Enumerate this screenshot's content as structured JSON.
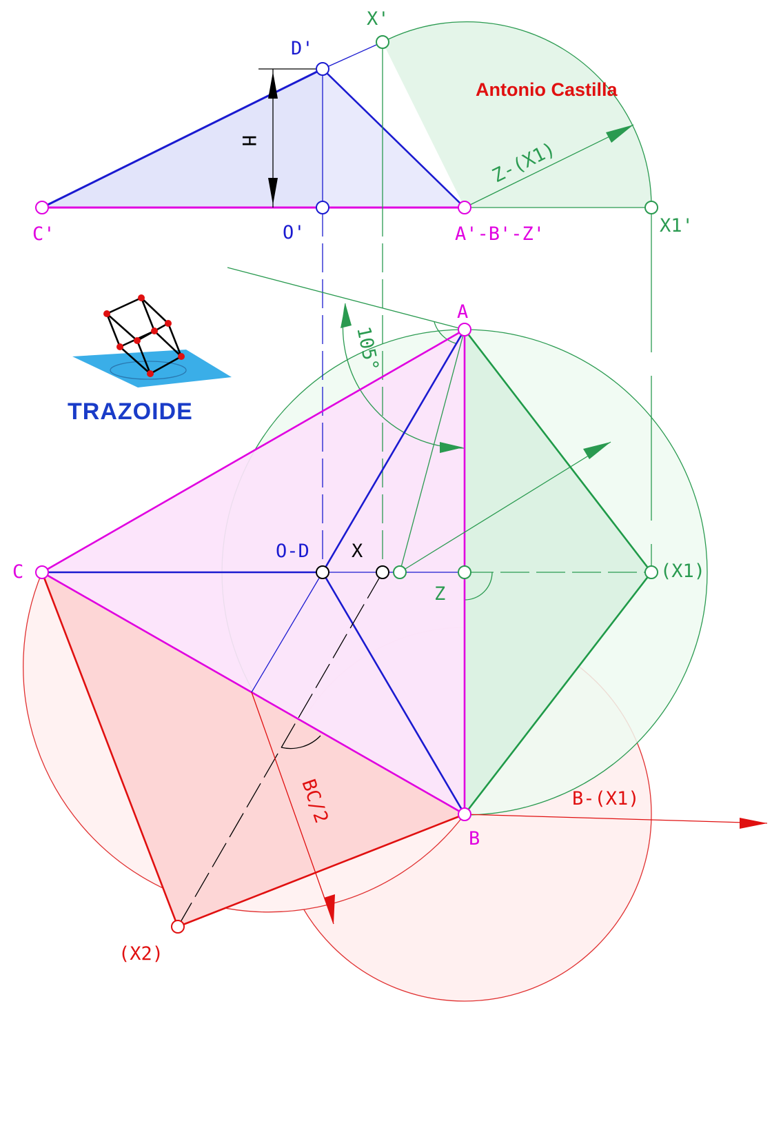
{
  "author": "Antonio  Castilla",
  "logo": {
    "text": "TRAZOIDE"
  },
  "labels": {
    "D_prime": "D'",
    "X_prime": "X'",
    "C_prime": "C'",
    "O_prime": "O'",
    "ABZ_prime": "A'-B'-Z'",
    "X1_prime": "X1'",
    "H": "H",
    "Z_X1": "Z-(X1)",
    "angle": "105°",
    "A": "A",
    "B": "B",
    "C": "C",
    "OD": "O-D",
    "X": "X",
    "Z": "Z",
    "X1": "(X1)",
    "X2": "(X2)",
    "BC2": "BC/2",
    "B_X1": "B-(X1)"
  },
  "colors": {
    "magenta": "#e000e0",
    "blue": "#1a1ad0",
    "green": "#12a050",
    "red": "#e01010",
    "black": "#000000",
    "author": "#e01010",
    "logo_text": "#1a3cc8"
  }
}
